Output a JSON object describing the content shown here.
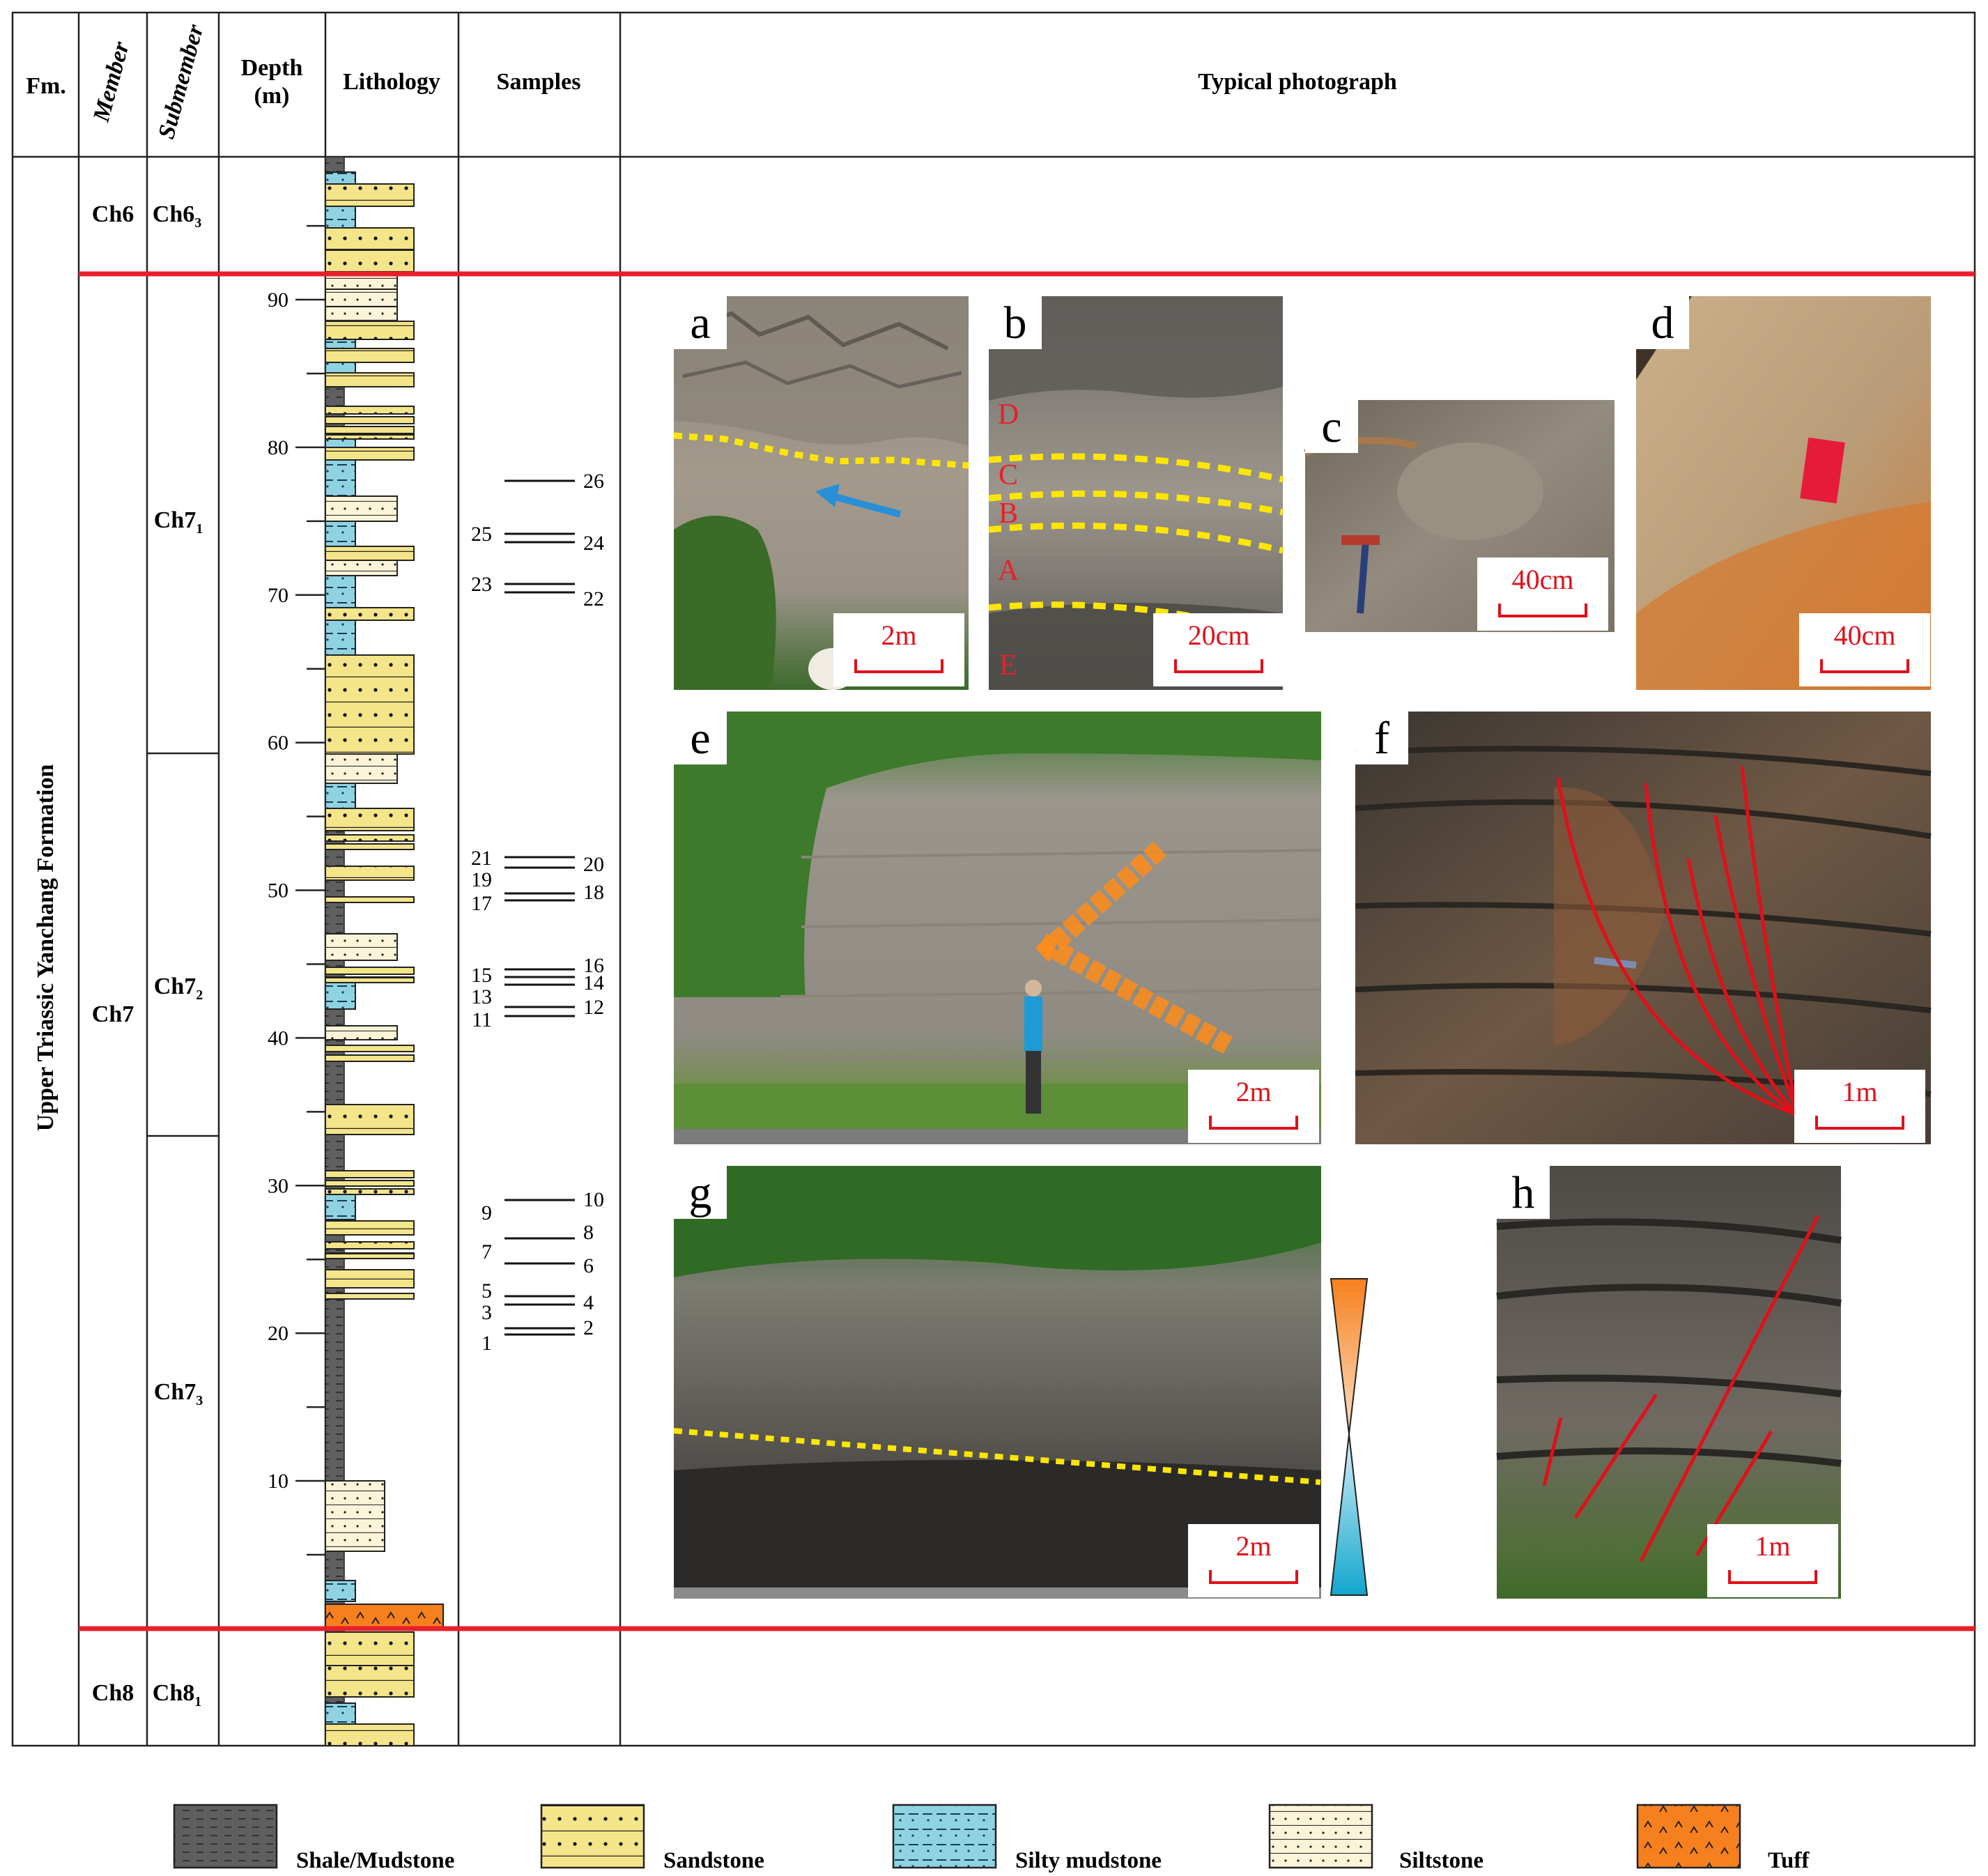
{
  "headers": {
    "fm": "Fm.",
    "member": "Member",
    "submember": "Submember",
    "depth_line1": "Depth",
    "depth_line2": "(m)",
    "lithology": "Lithology",
    "samples": "Samples",
    "photo": "Typical photograph"
  },
  "formation": "Upper Triassic Yanchang Formation",
  "members": [
    {
      "name": "Ch6",
      "sub": "Ch6",
      "subscript": "3"
    },
    {
      "name": "Ch7"
    },
    {
      "name": "Ch8",
      "sub": "Ch8",
      "subscript": "1"
    }
  ],
  "ch7_submembers": [
    {
      "sub": "Ch7",
      "subscript": "1"
    },
    {
      "sub": "Ch7",
      "subscript": "2"
    },
    {
      "sub": "Ch7",
      "subscript": "3"
    }
  ],
  "depth_ticks": [
    "90",
    "80",
    "70",
    "60",
    "50",
    "40",
    "30",
    "20",
    "10"
  ],
  "samples": {
    "left": [
      "25",
      "23",
      "21",
      "19",
      "17",
      "15",
      "13",
      "11",
      "9",
      "7",
      "5",
      "3",
      "1"
    ],
    "right": [
      "26",
      "24",
      "22",
      "20",
      "18",
      "16",
      "14",
      "12",
      "10",
      "8",
      "6",
      "4",
      "2"
    ]
  },
  "photos": [
    {
      "label": "a",
      "scale": "2m"
    },
    {
      "label": "b",
      "scale": "20cm",
      "layers": [
        "D",
        "C",
        "B",
        "A",
        "E"
      ]
    },
    {
      "label": "c",
      "scale": "40cm"
    },
    {
      "label": "d",
      "scale": "40cm"
    },
    {
      "label": "e",
      "scale": "2m"
    },
    {
      "label": "f",
      "scale": "1m"
    },
    {
      "label": "g",
      "scale": "2m"
    },
    {
      "label": "h",
      "scale": "1m"
    }
  ],
  "legend": [
    "Shale/Mudstone",
    "Sandstone",
    "Silty mudstone",
    "Siltstone",
    "Tuff"
  ],
  "colors": {
    "boundary": "#e8202a",
    "sandstone": "#f4e58a",
    "siltstone": "#fbf4d8",
    "silty_mudstone": "#8fd3e3",
    "shale": "#5f5f5f",
    "tuff": "#f7801e",
    "marker_yellow": "#ffe600",
    "marker_orange": "#ff8c1a",
    "fault_red": "#e0101a",
    "arrow_blue": "#2a8fd6"
  }
}
